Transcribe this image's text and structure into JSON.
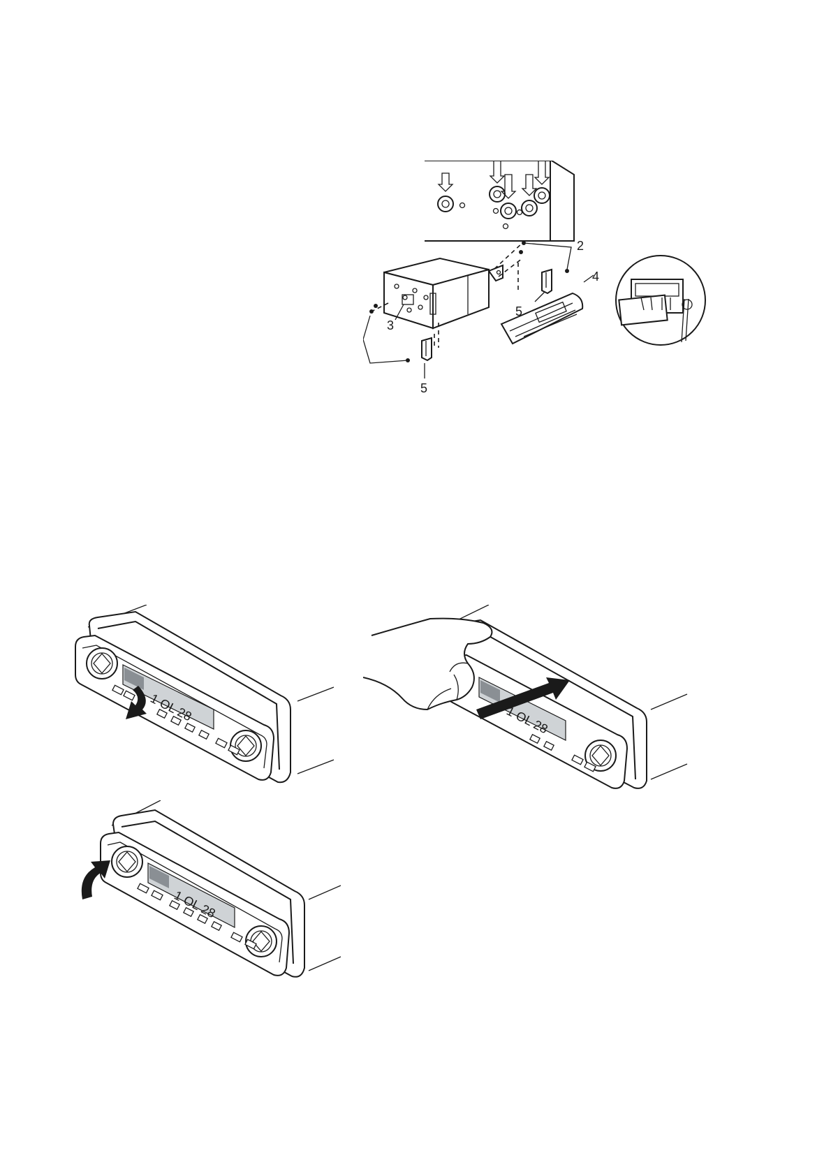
{
  "installation_diagram": {
    "callouts": {
      "screw_top": "2",
      "screw_bottom": "2",
      "cage": "3",
      "trim_frame": "4",
      "bracket_top": "5",
      "bracket_bottom": "5"
    }
  },
  "head_unit_display": {
    "panel_1_text": "1 OL  28",
    "panel_2_text": "1 OL  28",
    "panel_3_text": "1 OL  28"
  }
}
